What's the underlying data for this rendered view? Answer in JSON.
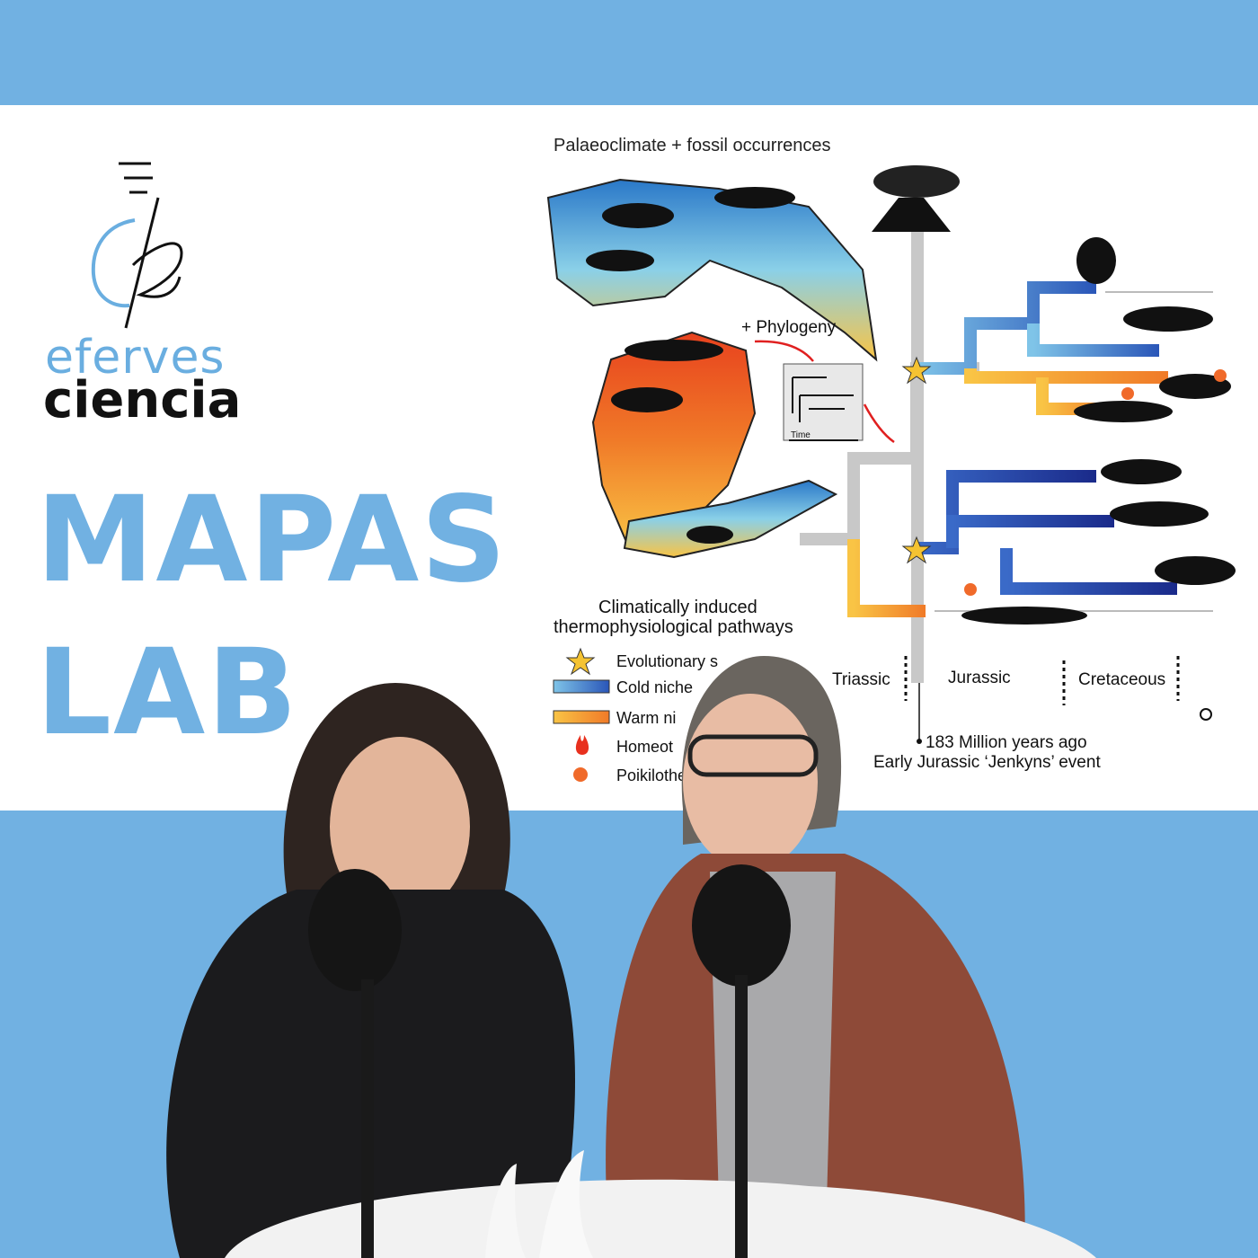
{
  "logo": {
    "line1": "eferves",
    "line2": "ciencia",
    "colors": {
      "accent": "#6aaee0",
      "dark": "#111111"
    }
  },
  "title": {
    "line1": "MAPAS",
    "line2": "LAB",
    "color": "#71b1e2"
  },
  "figure": {
    "heading": "Palaeoclimate + fossil occurrences",
    "phylogeny_label": "+ Phylogeny",
    "time_label": "Time",
    "legend": {
      "title_line1": "Climatically induced",
      "title_line2": "thermophysiological pathways",
      "items": [
        "Evolutionary s",
        "Cold niche",
        "Warm ni",
        "Homeot",
        "Poikilothe"
      ]
    },
    "periods": [
      "Triassic",
      "Jurassic",
      "Cretaceous"
    ],
    "event_line1": "183 Million years ago",
    "event_line2": "Early Jurassic ‘Jenkyns’ event",
    "colors": {
      "cold": "#2a56b8",
      "cold_light": "#7fc4e8",
      "warm": "#f07a28",
      "warm_light": "#f9c445",
      "hot": "#e8421e",
      "trunk": "#c8c8c8"
    }
  },
  "background": {
    "band": "#71b1e2",
    "panel": "#ffffff"
  }
}
